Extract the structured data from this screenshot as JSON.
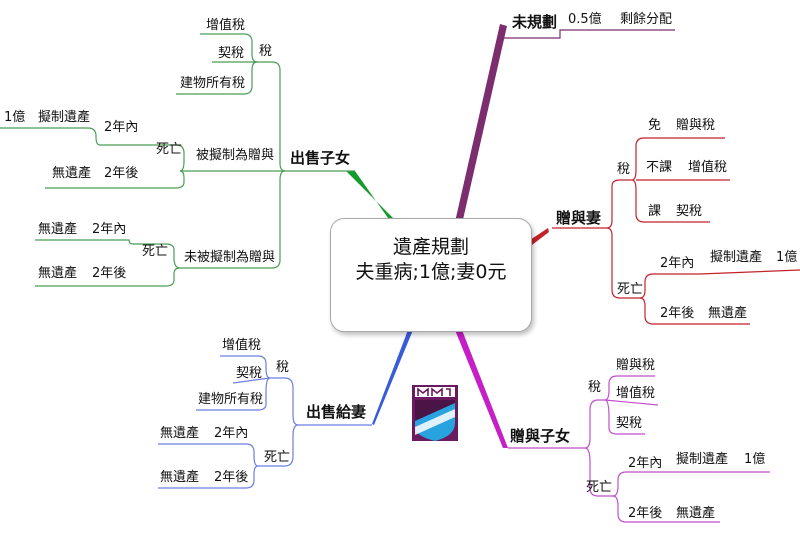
{
  "center": {
    "title": "遺產規劃",
    "subtitle": "夫重病;1億;妻0元"
  },
  "colors": {
    "purple": "#7b2d6e",
    "red": "#c4222a",
    "green": "#159a2c",
    "blue": "#3a5bd9",
    "magenta": "#c51fc5"
  },
  "icons": {
    "logo": "company-logo-shield-icon"
  },
  "branches": {
    "unplanned": {
      "label": "未規劃",
      "amount": "0.5億",
      "item": "剩餘分配"
    },
    "gift_to_wife": {
      "label": "贈與妻",
      "tax": {
        "label": "稅",
        "exempt": "免",
        "exempt_item": "贈與稅",
        "not_taxed": "不課",
        "not_taxed_item": "增值稅",
        "taxed": "課",
        "taxed_item": "契稅"
      },
      "death": {
        "label": "死亡",
        "within_2y": "2年內",
        "within_2y_item": "擬制遺產",
        "within_2y_amount": "1億",
        "after_2y": "2年後",
        "after_2y_item": "無遺產"
      }
    },
    "sell_to_children": {
      "label": "出售子女",
      "tax": {
        "label": "稅",
        "items": [
          "增值稅",
          "契稅",
          "建物所有稅"
        ]
      },
      "deemed_gift": {
        "label": "被擬制為贈與",
        "death": "死亡",
        "within_2y": "2年內",
        "within_2y_item": "擬制遺產",
        "within_2y_amount": "1億",
        "after_2y": "2年後",
        "after_2y_item": "無遺產"
      },
      "not_deemed_gift": {
        "label": "未被擬制為贈與",
        "death": "死亡",
        "within_2y": "2年內",
        "within_2y_item": "無遺產",
        "after_2y": "2年後",
        "after_2y_item": "無遺產"
      }
    },
    "sell_to_wife": {
      "label": "出售給妻",
      "tax": {
        "label": "稅",
        "items": [
          "增值稅",
          "契稅",
          "建物所有稅"
        ]
      },
      "death": {
        "label": "死亡",
        "within_2y": "2年內",
        "within_2y_item": "無遺產",
        "after_2y": "2年後",
        "after_2y_item": "無遺產"
      }
    },
    "gift_to_children": {
      "label": "贈與子女",
      "tax": {
        "label": "稅",
        "items": [
          "贈與稅",
          "增值稅",
          "契稅"
        ]
      },
      "death": {
        "label": "死亡",
        "within_2y": "2年內",
        "within_2y_item": "擬制遺產",
        "within_2y_amount": "1億",
        "after_2y": "2年後",
        "after_2y_item": "無遺產"
      }
    }
  }
}
